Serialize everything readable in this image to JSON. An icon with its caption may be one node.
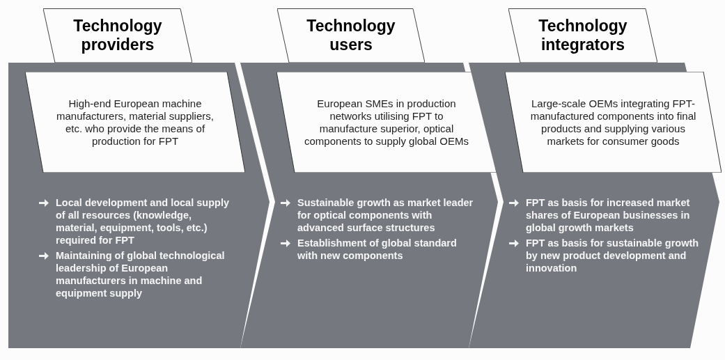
{
  "diagram": {
    "nodes": [
      {
        "text": [
          "Technology providers"
        ]
      },
      {
        "text": [
          "Local development and local supply of all resources (knowledge, material, equipment, tools, etc.) required for FPT",
          "Maintaining of global technological leadership of European manufacturers in machine and equipment supply"
        ]
      },
      {
        "text": [
          "High-end European machine manufacturers, material suppliers, etc. who provide the means of production for FPT"
        ],
        "in": 1
      },
      {
        "text": [
          "Technology users"
        ]
      },
      {
        "text": [
          "Sustainable growth as market leader for optical components with advanced surface structures",
          "Establishment of global standard with new components"
        ]
      },
      {
        "text": [
          "European SMEs in production networks utilising FPT to manufacture superior, optical components to supply global OEMs"
        ],
        "in": 4
      },
      {
        "text": [
          "Technology integrators"
        ]
      },
      {
        "text": [
          "FPT as basis for increased market shares of European businesses in global growth markets",
          "FPT as basis for sustainable growth by new product development and innovation"
        ]
      },
      {
        "text": [
          "Large-scale OEMs integrating FPT-manufactured components into final products and supplying various markets for consumer goods"
        ],
        "in": 7
      }
    ]
  }
}
